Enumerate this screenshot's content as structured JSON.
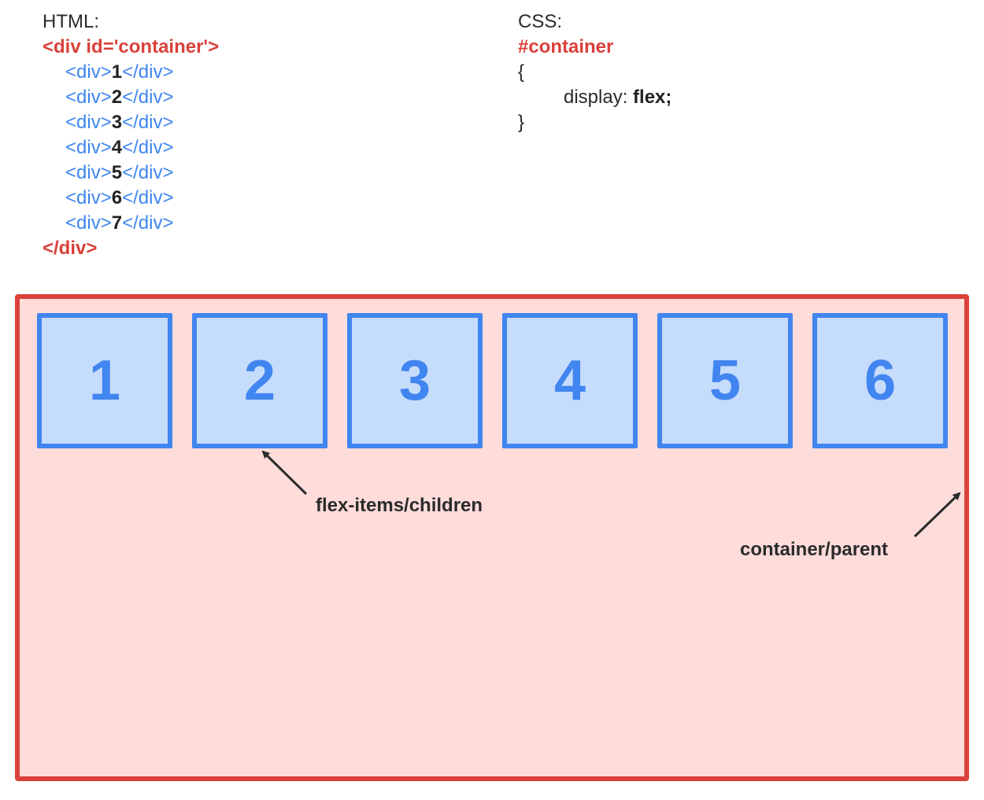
{
  "html_code": {
    "label": "HTML:",
    "open_tag": "<div id='container'>",
    "children": [
      {
        "open": "<div>",
        "num": "1",
        "close": "</div>"
      },
      {
        "open": "<div>",
        "num": "2",
        "close": "</div>"
      },
      {
        "open": "<div>",
        "num": "3",
        "close": "</div>"
      },
      {
        "open": "<div>",
        "num": "4",
        "close": "</div>"
      },
      {
        "open": "<div>",
        "num": "5",
        "close": "</div>"
      },
      {
        "open": "<div>",
        "num": "6",
        "close": "</div>"
      },
      {
        "open": "<div>",
        "num": "7",
        "close": "</div>"
      }
    ],
    "close_tag": "</div>"
  },
  "css_code": {
    "label": "CSS:",
    "selector": "#container",
    "open_brace": "{",
    "property": "display:",
    "value": "flex;",
    "close_brace": "}"
  },
  "diagram": {
    "items": [
      "1",
      "2",
      "3",
      "4",
      "5",
      "6"
    ],
    "items_label": "flex-items/children",
    "container_label": "container/parent"
  },
  "colors": {
    "container_border": "#d9413a",
    "container_fill": "#fddcda",
    "item_border": "#4185f0",
    "item_fill": "#c6dcfb",
    "code_tag_blue": "#3e86f0",
    "code_tag_red": "#d9413a"
  }
}
